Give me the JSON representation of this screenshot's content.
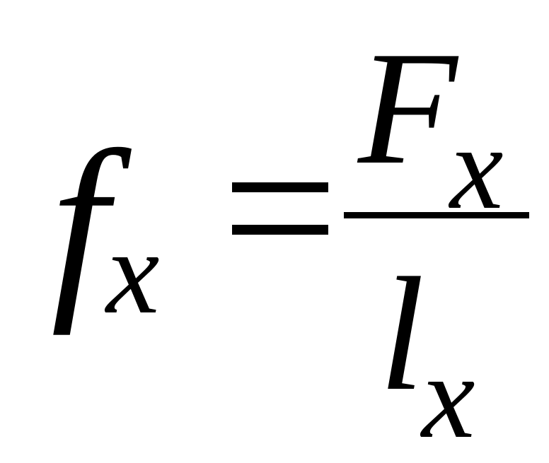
{
  "formula": {
    "lhs_symbol": "f",
    "lhs_subscript": "x",
    "relation": "=",
    "numerator_symbol": "F",
    "numerator_subscript": "x",
    "denominator_symbol": "l",
    "denominator_subscript": "x"
  }
}
